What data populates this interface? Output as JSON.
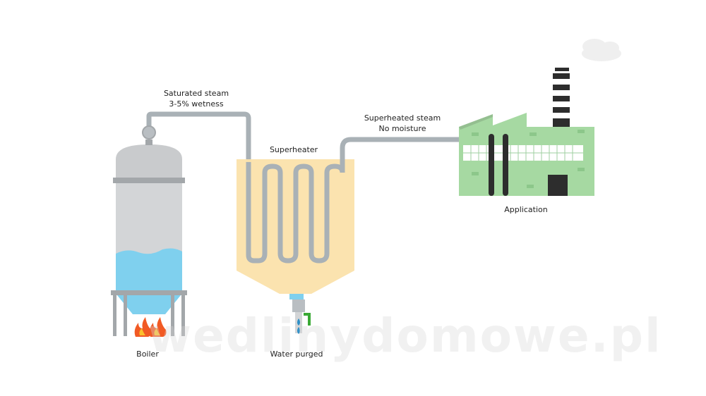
{
  "labels": {
    "saturated_line1": "Saturated steam",
    "saturated_line2": "3-5% wetness",
    "superheater": "Superheater",
    "superheated_line1": "Superheated steam",
    "superheated_line2": "No moisture",
    "application": "Application",
    "boiler": "Boiler",
    "water_purged": "Water purged"
  },
  "watermark": "wedlinydomowe.pl",
  "colors": {
    "pipe": "#a9b1b6",
    "boiler_body": "#d3d5d7",
    "boiler_band": "#a3a7aa",
    "water": "#7fd0ee",
    "superheater_fill": "#fbe2ab",
    "factory_fill": "#a6d9a2",
    "chimney_dark": "#2d2d2d",
    "flame": "#f15a24",
    "valve_green": "#3aa935"
  }
}
